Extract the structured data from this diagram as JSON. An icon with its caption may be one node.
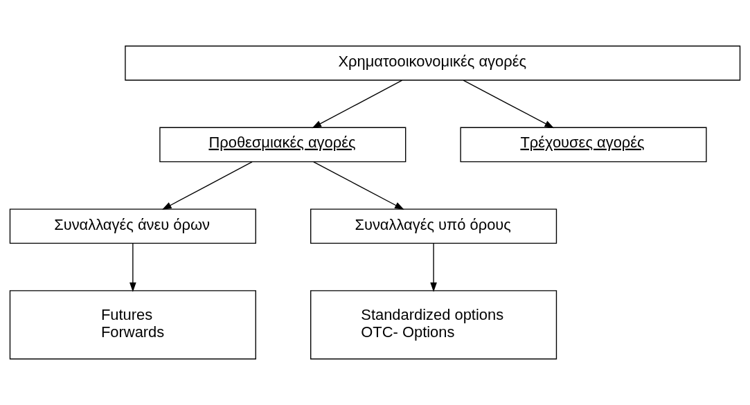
{
  "diagram": {
    "nodes": [
      {
        "text": [
          "Χρηματοοικονομικές αγορές"
        ]
      },
      {
        "text": [
          "Προθεσμιακές αγορές"
        ]
      },
      {
        "text": [
          "Τρέχουσες αγορές"
        ]
      },
      {
        "text": [
          "Συναλλαγές άνευ όρων"
        ]
      },
      {
        "text": [
          "Συναλλαγές υπό όρους"
        ]
      },
      {
        "text": [
          "Futures",
          "Forwards"
        ]
      },
      {
        "text": [
          "Standardized options",
          "OTC- Options"
        ]
      }
    ],
    "edges": [
      {
        "from": 0,
        "to": 1,
        "arrow": "to"
      },
      {
        "from": 0,
        "to": 2,
        "arrow": "to"
      },
      {
        "from": 1,
        "to": 3,
        "arrow": "to"
      },
      {
        "from": 1,
        "to": 4,
        "arrow": "to"
      },
      {
        "from": 3,
        "to": 5,
        "arrow": "to"
      },
      {
        "from": 4,
        "to": 6,
        "arrow": "to"
      }
    ]
  }
}
